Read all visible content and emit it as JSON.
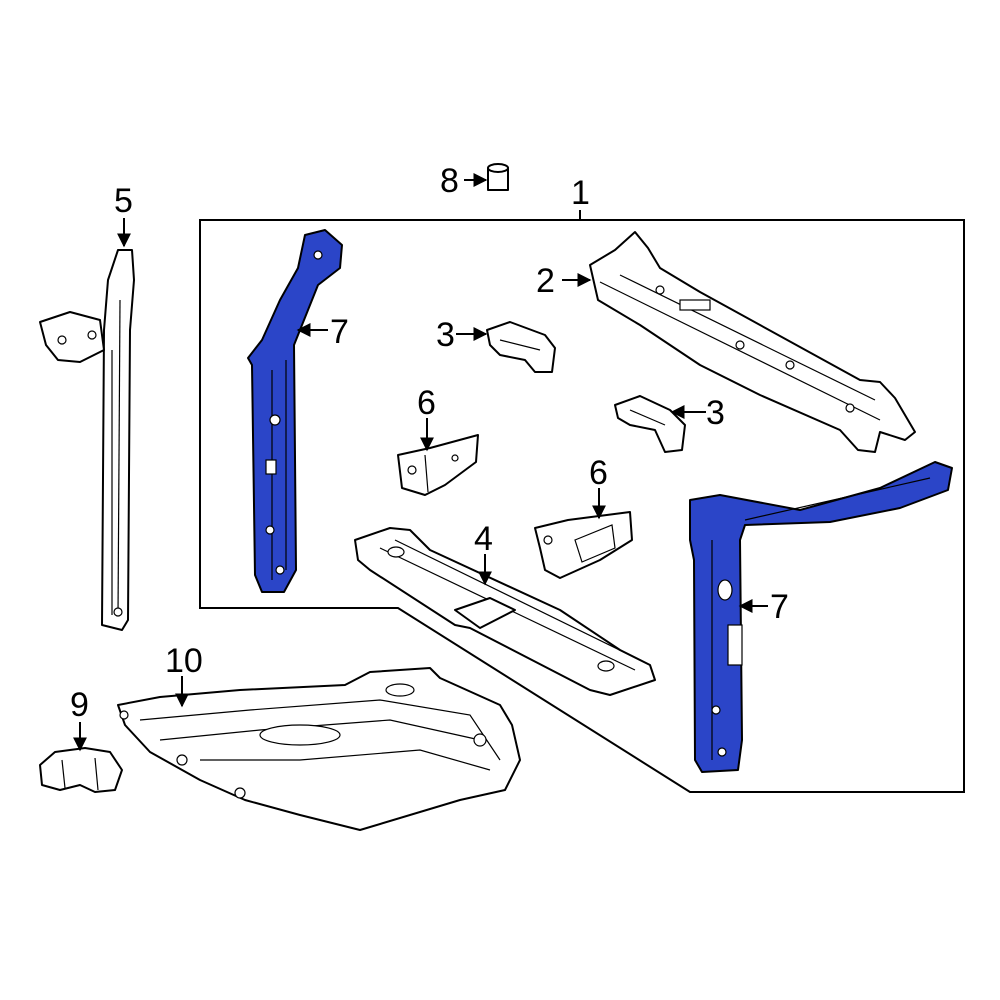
{
  "callouts": {
    "c1": "1",
    "c2": "2",
    "c3a": "3",
    "c3b": "3",
    "c4": "4",
    "c5": "5",
    "c6a": "6",
    "c6b": "6",
    "c7a": "7",
    "c7b": "7",
    "c8": "8",
    "c9": "9",
    "c10": "10"
  },
  "colors": {
    "highlight": "#2b45c8",
    "line": "#000000",
    "background": "#ffffff"
  }
}
